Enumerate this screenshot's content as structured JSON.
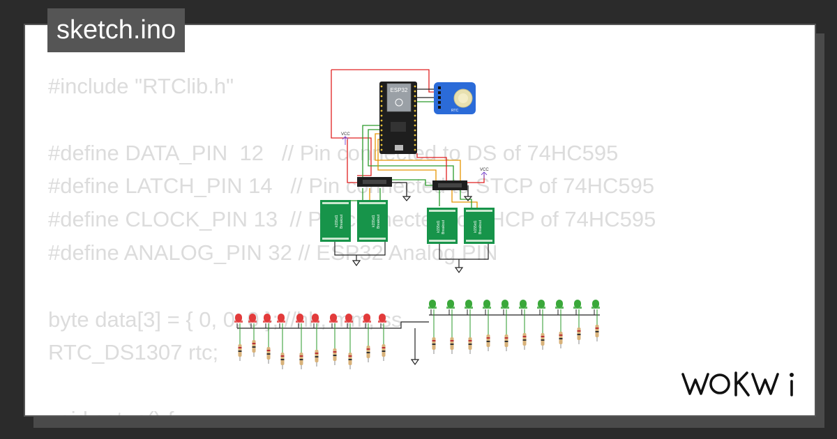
{
  "file_tab": {
    "label": "sketch.ino"
  },
  "code_lines": [
    "#include \"RTClib.h\"",
    "",
    "#define DATA_PIN  12   // Pin connected to DS of 74HC595",
    "#define LATCH_PIN 14   // Pin connected to STCP of 74HC595",
    "#define CLOCK_PIN 13  // Pin connected to SHCP of 74HC595",
    "#define ANALOG_PIN 32 // ESP32 Analog PIN",
    "",
    "byte data[3] = { 0, 0, 0 }; //hh, mm, ss",
    "RTC_DS1307 rtc;",
    "",
    "void setup() {"
  ],
  "circuit": {
    "mcu_label": "ESP32",
    "rtc_label": "RTC",
    "vcc_label": "VCC",
    "breakout_labels": [
      "k155id1",
      "Breakout"
    ],
    "red_led_count": 10,
    "green_led_count": 10,
    "colors": {
      "board_black": "#1e1e1e",
      "pcb_green": "#17944a",
      "rtc_blue": "#2b6bd8",
      "wire_red": "#e02020",
      "wire_green": "#2a9a2a",
      "wire_orange": "#e69500",
      "led_red": "#e23b3b",
      "led_green": "#3aa83a"
    }
  },
  "brand": {
    "logo_text": "WOKWI"
  }
}
